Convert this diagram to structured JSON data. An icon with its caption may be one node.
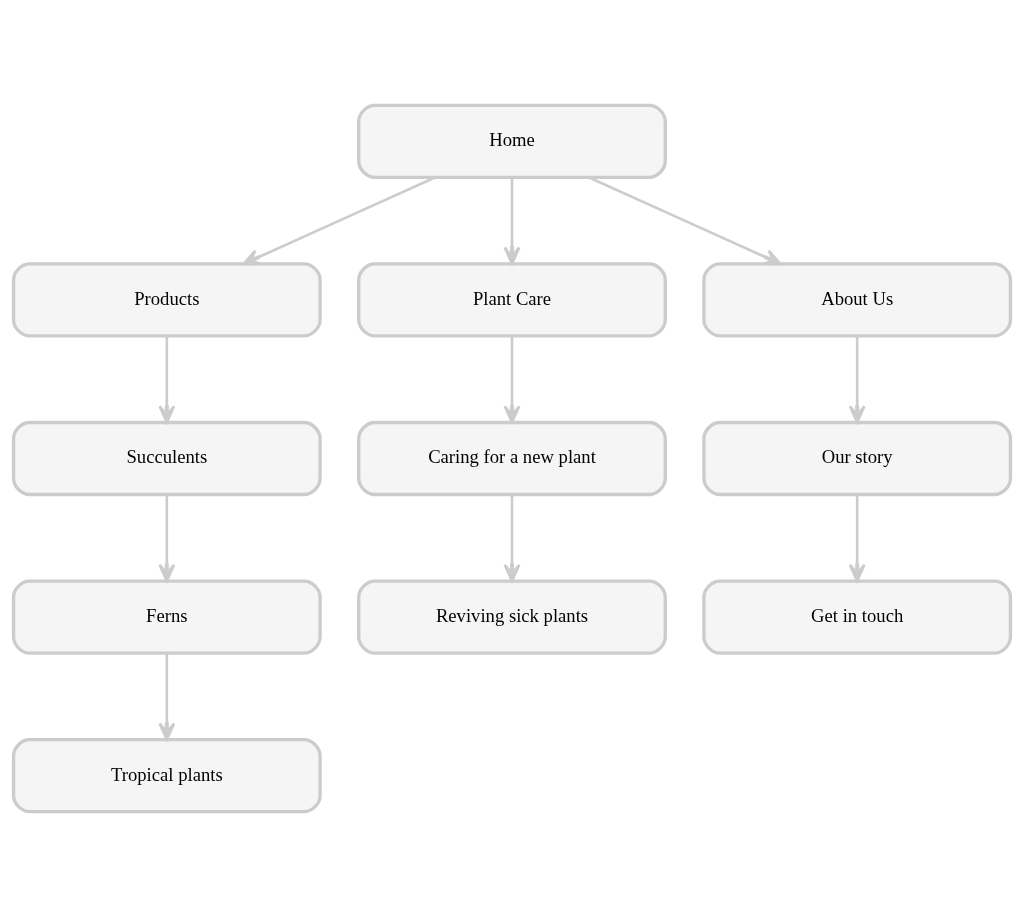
{
  "diagram": {
    "nodes": [
      {
        "text": [
          "Home"
        ]
      },
      {
        "text": [
          "Products"
        ]
      },
      {
        "text": [
          "Plant Care"
        ]
      },
      {
        "text": [
          "About Us"
        ]
      },
      {
        "text": [
          "Succulents"
        ]
      },
      {
        "text": [
          "Caring for a new plant"
        ]
      },
      {
        "text": [
          "Our story"
        ]
      },
      {
        "text": [
          "Ferns"
        ]
      },
      {
        "text": [
          "Reviving sick plants"
        ]
      },
      {
        "text": [
          "Get in touch"
        ]
      },
      {
        "text": [
          "Tropical plants"
        ]
      }
    ],
    "edges": [
      {
        "from": 0,
        "to": 1,
        "arrow": "to"
      },
      {
        "from": 0,
        "to": 2,
        "arrow": "to"
      },
      {
        "from": 0,
        "to": 3,
        "arrow": "to"
      },
      {
        "from": 1,
        "to": 4,
        "arrow": "to"
      },
      {
        "from": 2,
        "to": 5,
        "arrow": "to"
      },
      {
        "from": 3,
        "to": 6,
        "arrow": "to"
      },
      {
        "from": 4,
        "to": 7,
        "arrow": "to"
      },
      {
        "from": 5,
        "to": 8,
        "arrow": "to"
      },
      {
        "from": 6,
        "to": 9,
        "arrow": "to"
      },
      {
        "from": 7,
        "to": 10,
        "arrow": "to"
      }
    ]
  }
}
